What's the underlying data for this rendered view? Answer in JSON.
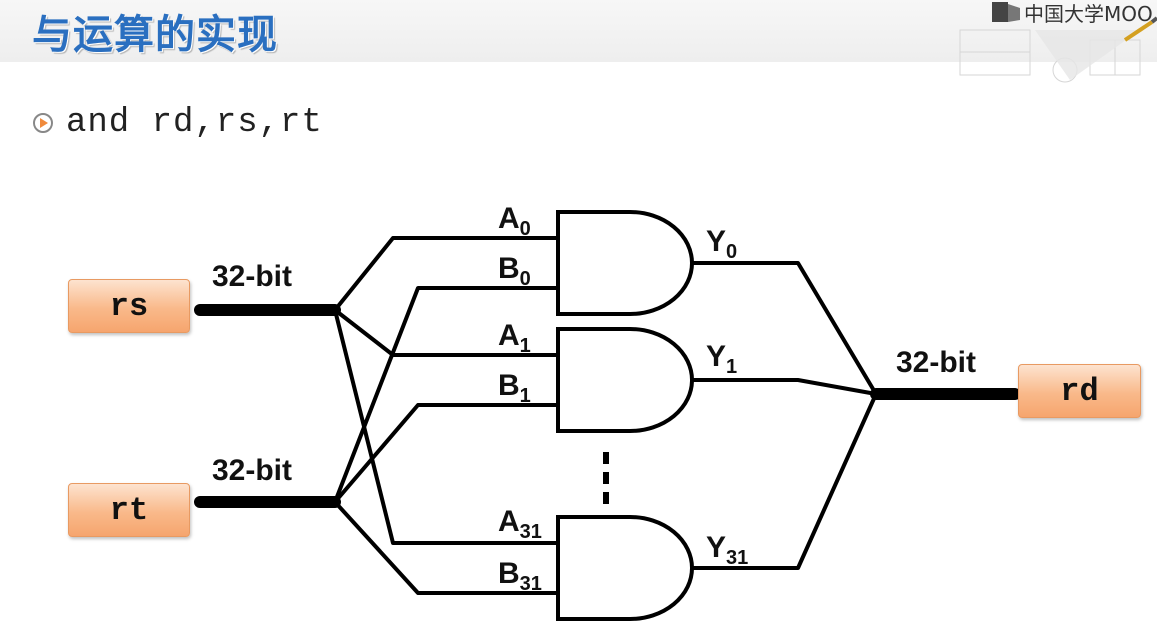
{
  "header": {
    "title": "与运算的实现",
    "logo_text": "中国大学MOO"
  },
  "instruction": {
    "text": "and rd,rs,rt"
  },
  "registers": {
    "rs": "rs",
    "rt": "rt",
    "rd": "rd"
  },
  "buses": {
    "rs_width": "32-bit",
    "rt_width": "32-bit",
    "rd_width": "32-bit"
  },
  "gates": [
    {
      "a": "A",
      "a_sub": "0",
      "b": "B",
      "b_sub": "0",
      "y": "Y",
      "y_sub": "0"
    },
    {
      "a": "A",
      "a_sub": "1",
      "b": "B",
      "b_sub": "1",
      "y": "Y",
      "y_sub": "1"
    },
    {
      "a": "A",
      "a_sub": "31",
      "b": "B",
      "b_sub": "31",
      "y": "Y",
      "y_sub": "31"
    }
  ],
  "colors": {
    "title": "#2a6fc0",
    "register_fill": "#f9b98a",
    "register_border": "#e89a62",
    "wire": "#000000"
  }
}
